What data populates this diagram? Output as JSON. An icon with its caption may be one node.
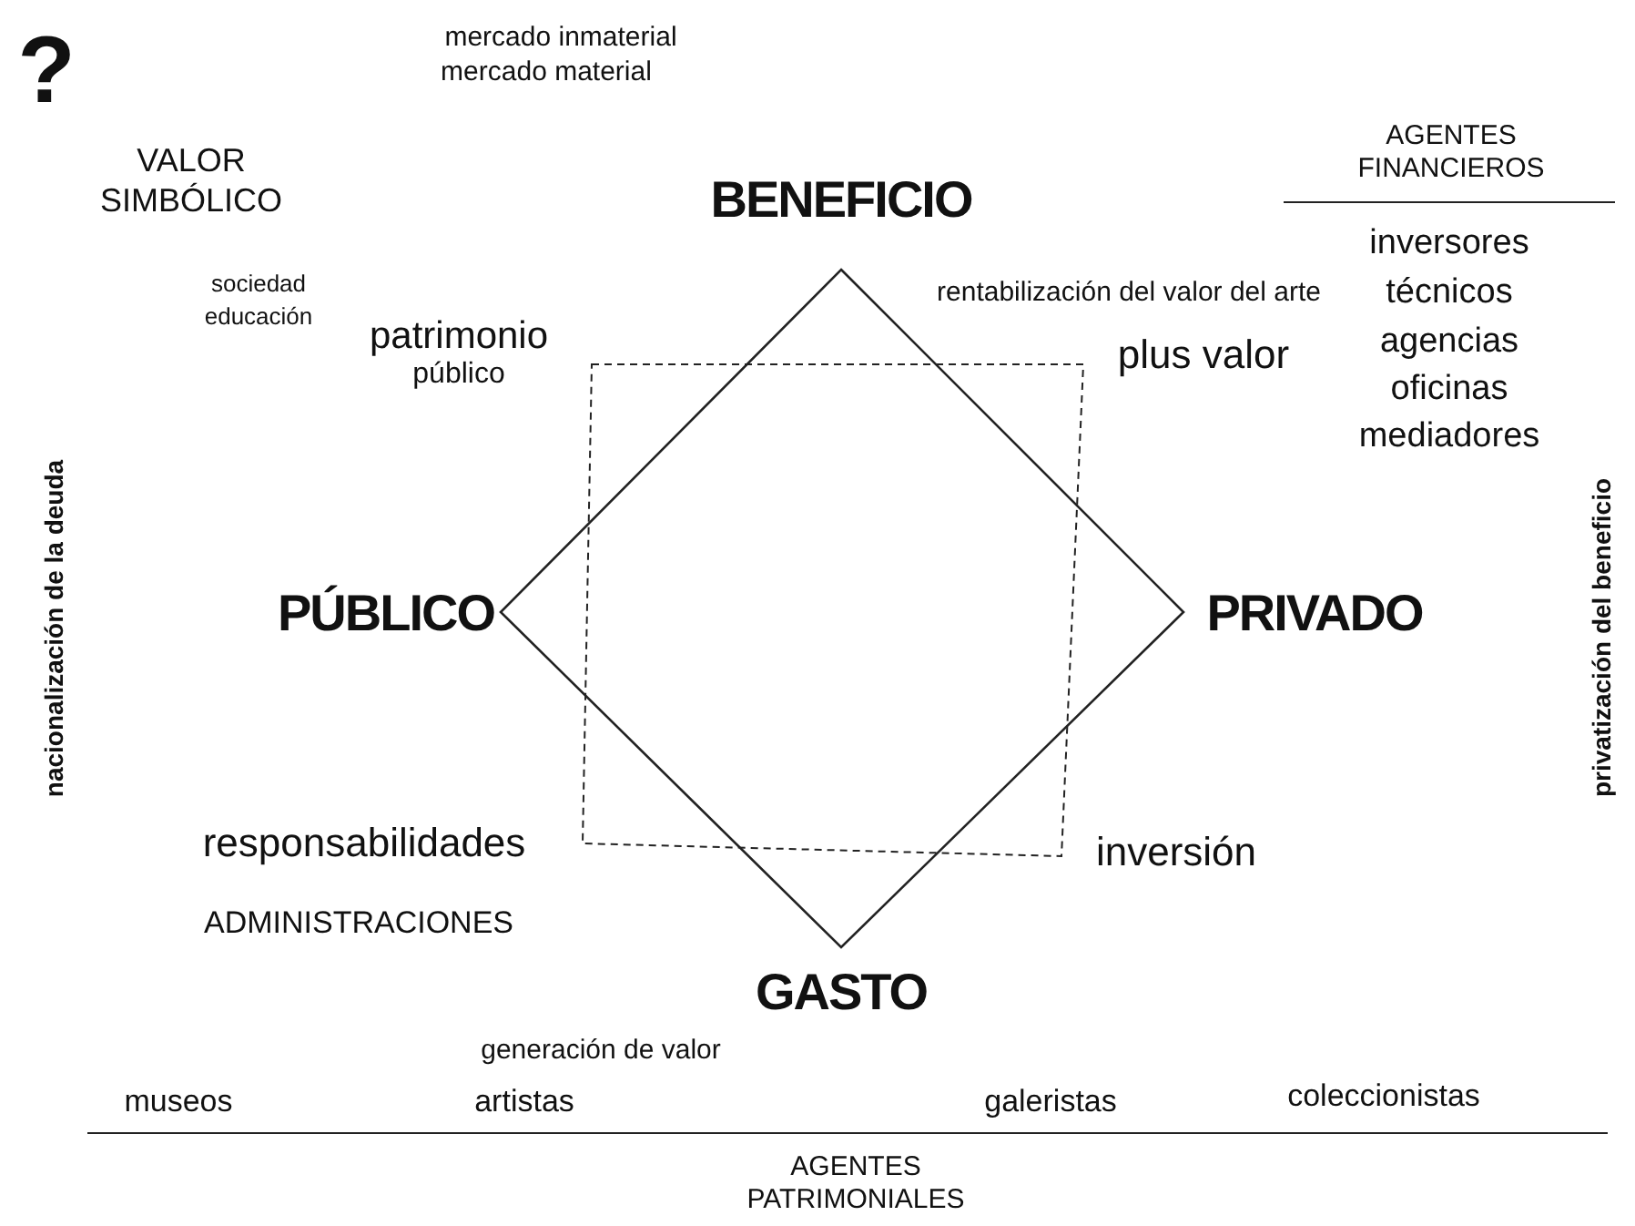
{
  "diagram": {
    "labels": [
      "?",
      "mercado inmaterial",
      "mercado material",
      "AGENTES FINANCIEROS",
      "VALOR SIMBÓLICO",
      "BENEFICIO",
      "sociedad",
      "educación",
      "rentabilización del valor del arte",
      "inversores",
      "técnicos",
      "patrimonio",
      "plus valor",
      "agencias",
      "público",
      "oficinas",
      "mediadores",
      "nacionalización de la deuda",
      "privatización del beneficio",
      "PÚBLICO",
      "PRIVADO",
      "responsabilidades",
      "inversión",
      "ADMINISTRACIONES",
      "GASTO",
      "generación de valor",
      "museos",
      "artistas",
      "galeristas",
      "coleccionistas",
      "AGENTES PATRIMONIALES"
    ]
  }
}
